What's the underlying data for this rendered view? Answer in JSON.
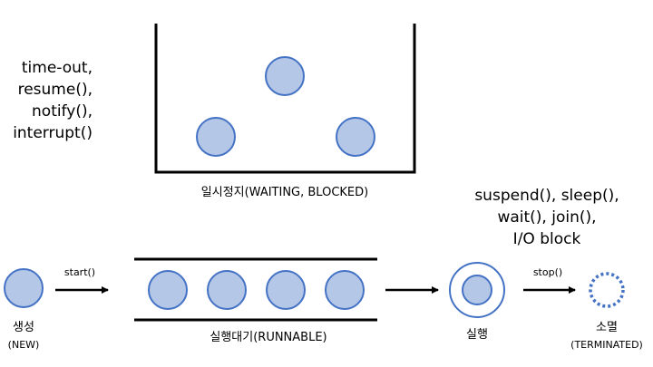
{
  "colors": {
    "node_fill": "#b4c7e7",
    "node_stroke": "#4472c4",
    "line": "#000000",
    "terminated_stroke": "#4472c4"
  },
  "waiting": {
    "conditions": [
      "time-out,",
      "resume(),",
      "notify(),",
      "interrupt()"
    ],
    "label": "일시정지(WAITING, BLOCKED)"
  },
  "running": {
    "conditions": [
      "suspend(), sleep(),",
      "wait(), join(),",
      "I/O block"
    ],
    "label": "실행"
  },
  "new_state": {
    "label_kr": "생성",
    "label_en": "(NEW)"
  },
  "runnable": {
    "label": "실행대기(RUNNABLE)"
  },
  "terminated": {
    "label_kr": "소멸",
    "label_en": "(TERMINATED)"
  },
  "transitions": {
    "start": "start()",
    "stop": "stop()"
  }
}
